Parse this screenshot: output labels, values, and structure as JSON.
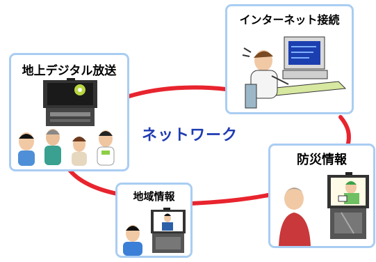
{
  "diagram": {
    "center_label": "ネットワーク",
    "nodes": [
      {
        "id": "digital",
        "title": "地上デジタル放送"
      },
      {
        "id": "internet",
        "title": "インターネット接続"
      },
      {
        "id": "disaster",
        "title": "防災情報"
      },
      {
        "id": "regional",
        "title": "地域情報"
      }
    ],
    "colors": {
      "ring": "#e8242e",
      "card_border": "#a9cdf2",
      "label": "#1f3bb3"
    }
  }
}
